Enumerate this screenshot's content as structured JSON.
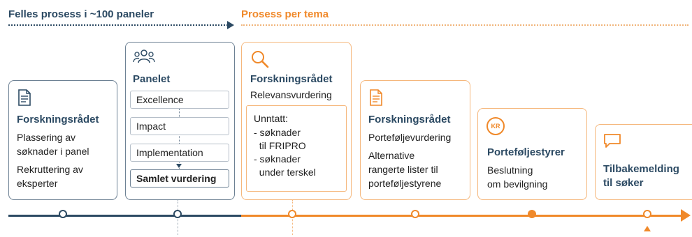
{
  "headers": {
    "common": "Felles prosess i ~100 paneler",
    "per_theme": "Prosess per tema"
  },
  "cards": {
    "c1": {
      "icon": "document-icon",
      "title": "Forskningsrådet",
      "line1": "Plassering av",
      "line2": "søknader i panel",
      "line3": "Rekruttering av",
      "line4": "eksperter"
    },
    "c2": {
      "icon": "people-group-icon",
      "title": "Panelet",
      "steps": [
        "Excellence",
        "Impact",
        "Implementation",
        "Samlet vurdering"
      ]
    },
    "c3": {
      "icon": "magnifier-icon",
      "title": "Forskningsrådet",
      "subtitle": "Relevansvurdering",
      "box": [
        "Unntatt:",
        "- søknader",
        "  til FRIPRO",
        "- søknader",
        "  under terskel"
      ]
    },
    "c4": {
      "icon": "document-icon",
      "title": "Forskningsrådet",
      "line1": "Porteføljevurdering",
      "line2": "Alternative",
      "line3": "rangerte lister til",
      "line4": "porteføljestyrene"
    },
    "c5": {
      "icon": "kr-coin-icon",
      "icon_text": "KR",
      "title": "Porteføljestyrer",
      "line1": "Beslutning",
      "line2": "om bevilgning"
    },
    "c6": {
      "icon": "speech-bubble-icon",
      "title1": "Tilbakemelding",
      "title2": "til søker"
    }
  },
  "colors": {
    "navy": "#2c4a63",
    "orange": "#f0892a",
    "orange_light": "#f5b77c"
  }
}
